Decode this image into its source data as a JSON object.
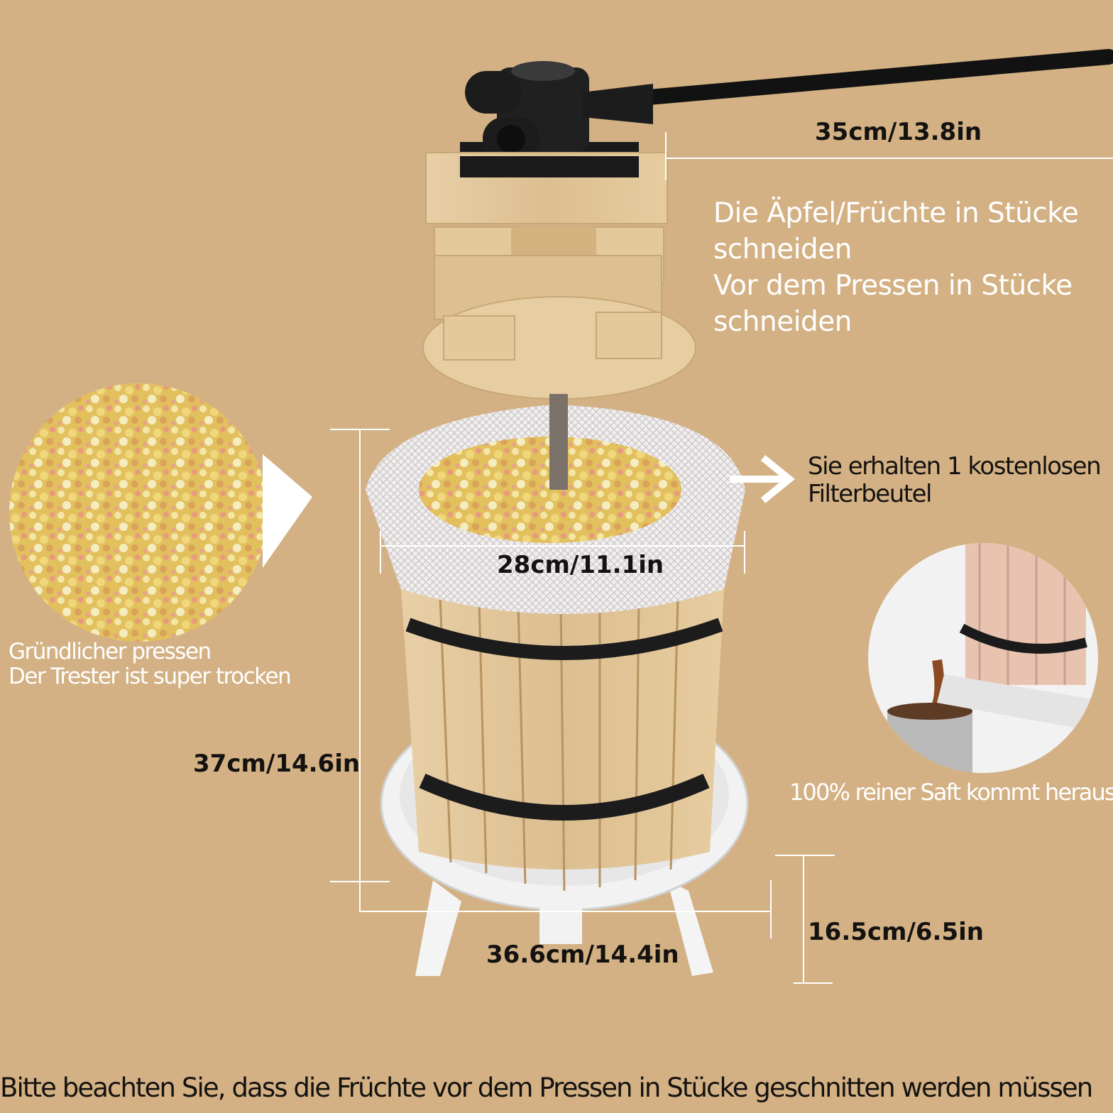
{
  "colors": {
    "background": "#d3b184",
    "wood": "#e2c79c",
    "wood_dark": "#c9a46f",
    "metal": "#1b1b1b",
    "text_white": "#ffffff",
    "text_dark": "#141210"
  },
  "icons": {
    "arrow": "arrow-right-icon",
    "triangle": "callout-triangle-icon"
  },
  "dimensions": {
    "handle_width": "35cm/13.8in",
    "barrel_diameter": "28cm/11.1in",
    "total_height": "37cm/14.6in",
    "base_width": "36.6cm/14.4in",
    "leg_height": "16.5cm/6.5in"
  },
  "notes": {
    "cut_line1": "Die Äpfel/Früchte in Stücke",
    "cut_line2": "schneiden",
    "cut_line3": "Vor dem Pressen in Stücke",
    "cut_line4": "schneiden",
    "filter_line1": "Sie erhalten 1 kostenlosen",
    "filter_line2": "Filterbeutel",
    "press_line1": "Gründlicher pressen",
    "press_line2": "Der Trester ist super trocken",
    "juice": "100% reiner Saft kommt heraus"
  },
  "footer": {
    "text": "Bitte beachten Sie, dass die Früchte vor dem Pressen in Stücke geschnitten werden müssen"
  }
}
